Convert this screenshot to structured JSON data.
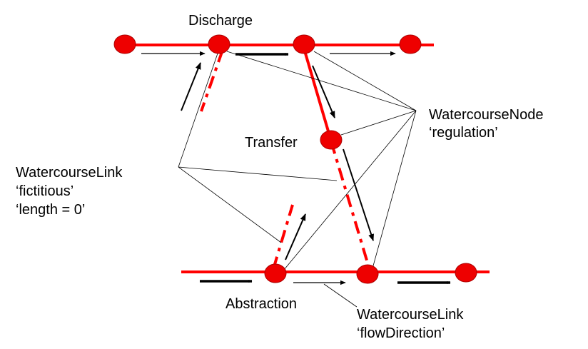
{
  "colors": {
    "watercourse": "#ff0000",
    "node_fill": "#ee0000",
    "node_stroke": "#aa0000",
    "arrow": "#000000",
    "leader": "#000000"
  },
  "labels": {
    "discharge": "Discharge",
    "transfer": "Transfer",
    "abstraction": "Abstraction",
    "node_name": "WatercourseNode",
    "node_type": "‘regulation’",
    "link_name": "WatercourseLink",
    "link_fictitious": "‘fictitious’",
    "link_length": "‘length = 0’",
    "flow_name": "WatercourseLink",
    "flow_direction": "‘flowDirection’"
  }
}
